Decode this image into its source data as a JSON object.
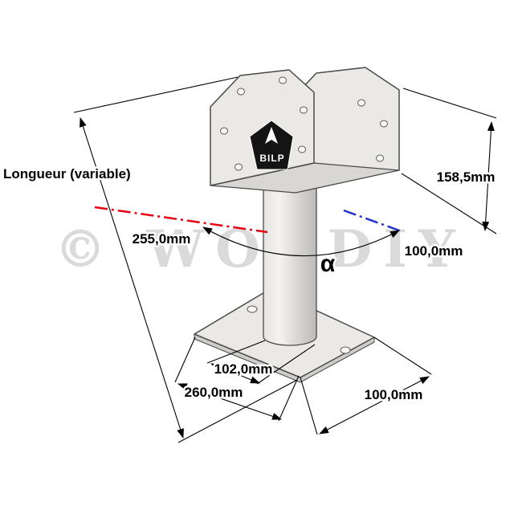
{
  "watermark": "© WOODIY",
  "logo": {
    "brand": "BILP"
  },
  "dimensions": {
    "length_label": "Longueur (variable)",
    "bracket_height": "158,5mm",
    "axis_left_length": "255,0mm",
    "axis_right_length": "100,0mm",
    "angle_symbol": "α",
    "base_post_width": "102,0mm",
    "base_length": "260,0mm",
    "base_width": "100,0mm"
  },
  "colors": {
    "axis_red": "#e60012",
    "axis_blue": "#2233cc",
    "metal_light": "#ebe9e5",
    "outline": "#4a4a4a",
    "watermark_gray": "#dadada"
  }
}
